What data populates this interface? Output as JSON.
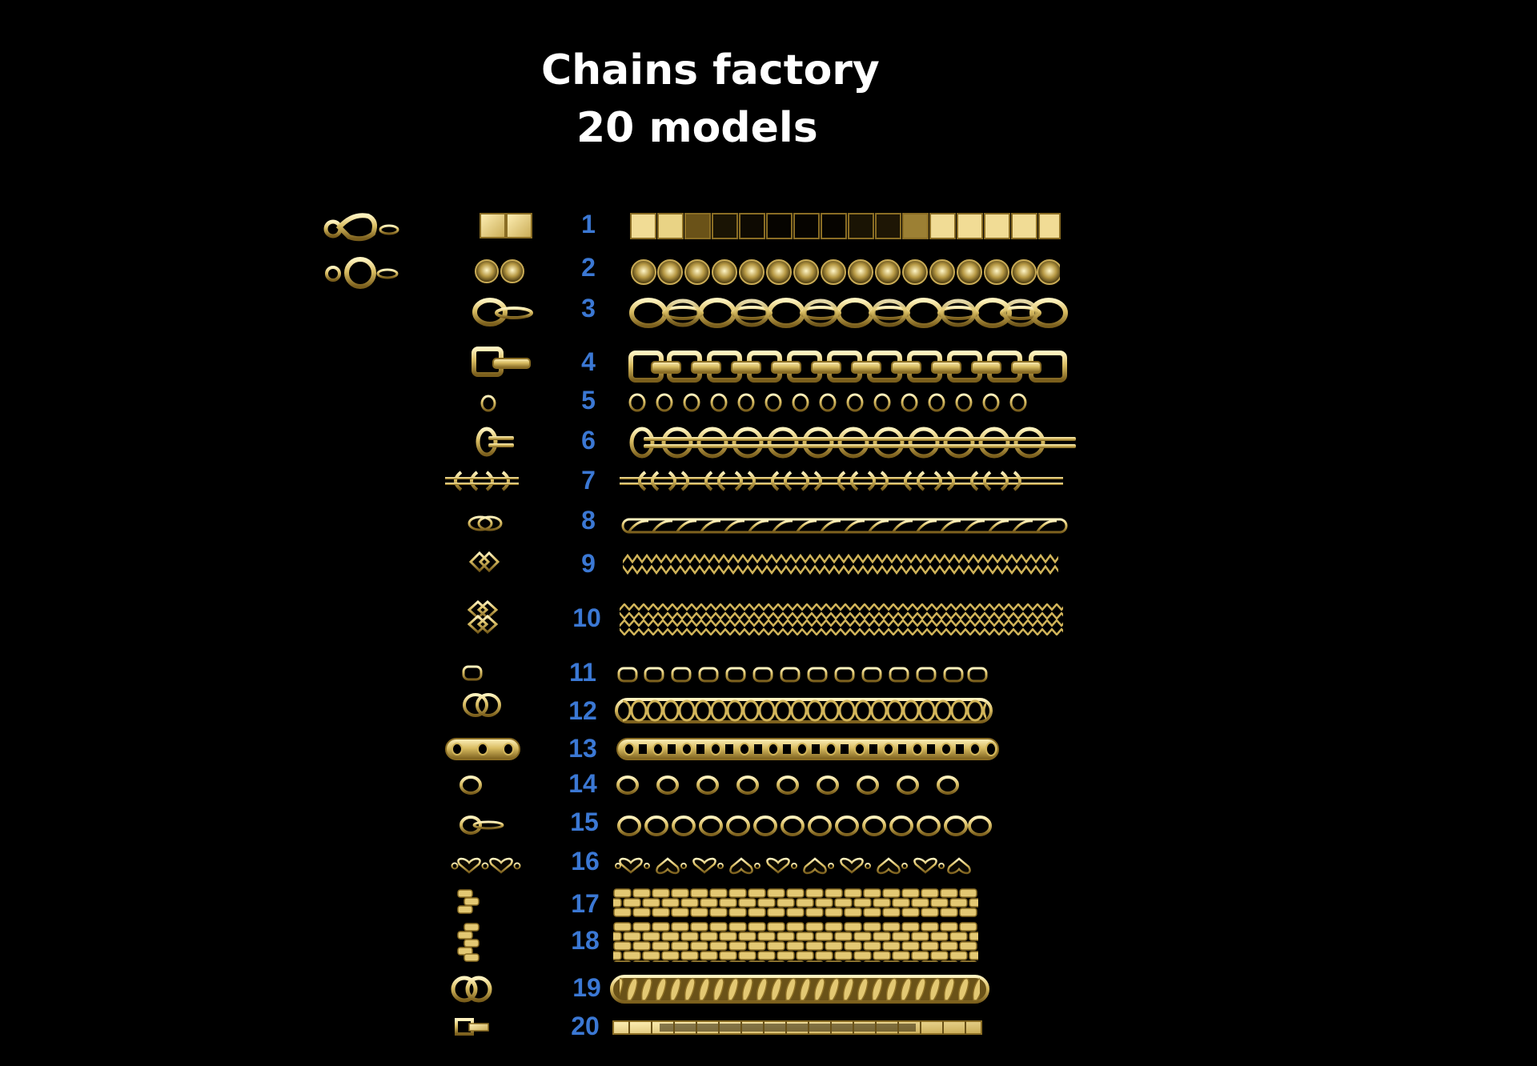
{
  "title": {
    "line1": "Chains factory",
    "line2": "20 models"
  },
  "colors": {
    "background": "#000000",
    "title": "#ffffff",
    "number": "#3b78d4",
    "gold_light": "#f3e3a0",
    "gold_mid": "#d2b55a",
    "gold_dark": "#7a5e1c"
  },
  "clasps": [
    {
      "name": "lobster-clasp"
    },
    {
      "name": "spring-ring-clasp"
    }
  ],
  "models": [
    {
      "number": "1",
      "style": "box-square",
      "icon": "square-link-icon"
    },
    {
      "number": "2",
      "style": "ball-bead",
      "icon": "ball-link-icon"
    },
    {
      "number": "3",
      "style": "oval-rolo-cable",
      "icon": "oval-link-icon"
    },
    {
      "number": "4",
      "style": "rectangle-cable",
      "icon": "rectangle-link-icon"
    },
    {
      "number": "5",
      "style": "thin-round-cable",
      "icon": "small-round-link-icon"
    },
    {
      "number": "6",
      "style": "double-bar-round",
      "icon": "double-bar-link-icon"
    },
    {
      "number": "7",
      "style": "byzantine",
      "icon": "byzantine-link-icon"
    },
    {
      "number": "8",
      "style": "rope-twist",
      "icon": "rope-link-icon"
    },
    {
      "number": "9",
      "style": "diamond-curb",
      "icon": "diamond-link-icon"
    },
    {
      "number": "10",
      "style": "double-diamond-curb",
      "icon": "double-diamond-link-icon"
    },
    {
      "number": "11",
      "style": "rectangle-cable-thin",
      "icon": "rect-thin-link-icon"
    },
    {
      "number": "12",
      "style": "curb-twisted",
      "icon": "twisted-curb-link-icon"
    },
    {
      "number": "13",
      "style": "figaro-eyelet",
      "icon": "eyelet-link-icon"
    },
    {
      "number": "14",
      "style": "mariner-anchor",
      "icon": "anchor-link-icon"
    },
    {
      "number": "15",
      "style": "oval-cable",
      "icon": "oval-cable-link-icon"
    },
    {
      "number": "16",
      "style": "heart",
      "icon": "heart-link-icon"
    },
    {
      "number": "17",
      "style": "brick-mesh-3row",
      "icon": "brick-link-icon"
    },
    {
      "number": "18",
      "style": "brick-mesh-5row",
      "icon": "brick-wide-link-icon"
    },
    {
      "number": "19",
      "style": "cuban-curb",
      "icon": "cuban-link-icon"
    },
    {
      "number": "20",
      "style": "bar-link-watch",
      "icon": "bar-link-icon"
    }
  ]
}
